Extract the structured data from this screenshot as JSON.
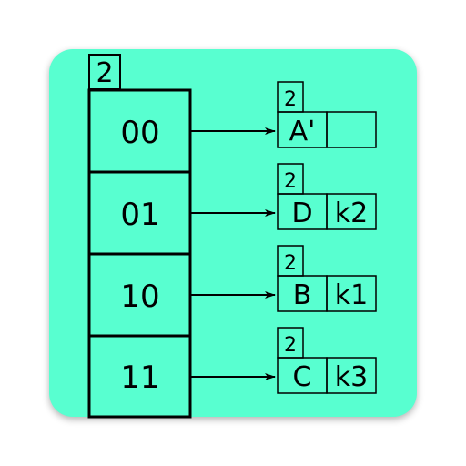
{
  "colors": {
    "background": "#58ffd0",
    "stroke": "#000000"
  },
  "directory": {
    "global_depth": "2",
    "entries": [
      "00",
      "01",
      "10",
      "11"
    ]
  },
  "buckets": [
    {
      "local_depth": "2",
      "key": "A'",
      "value": ""
    },
    {
      "local_depth": "2",
      "key": "D",
      "value": "k2"
    },
    {
      "local_depth": "2",
      "key": "B",
      "value": "k1"
    },
    {
      "local_depth": "2",
      "key": "C",
      "value": "k3"
    }
  ]
}
